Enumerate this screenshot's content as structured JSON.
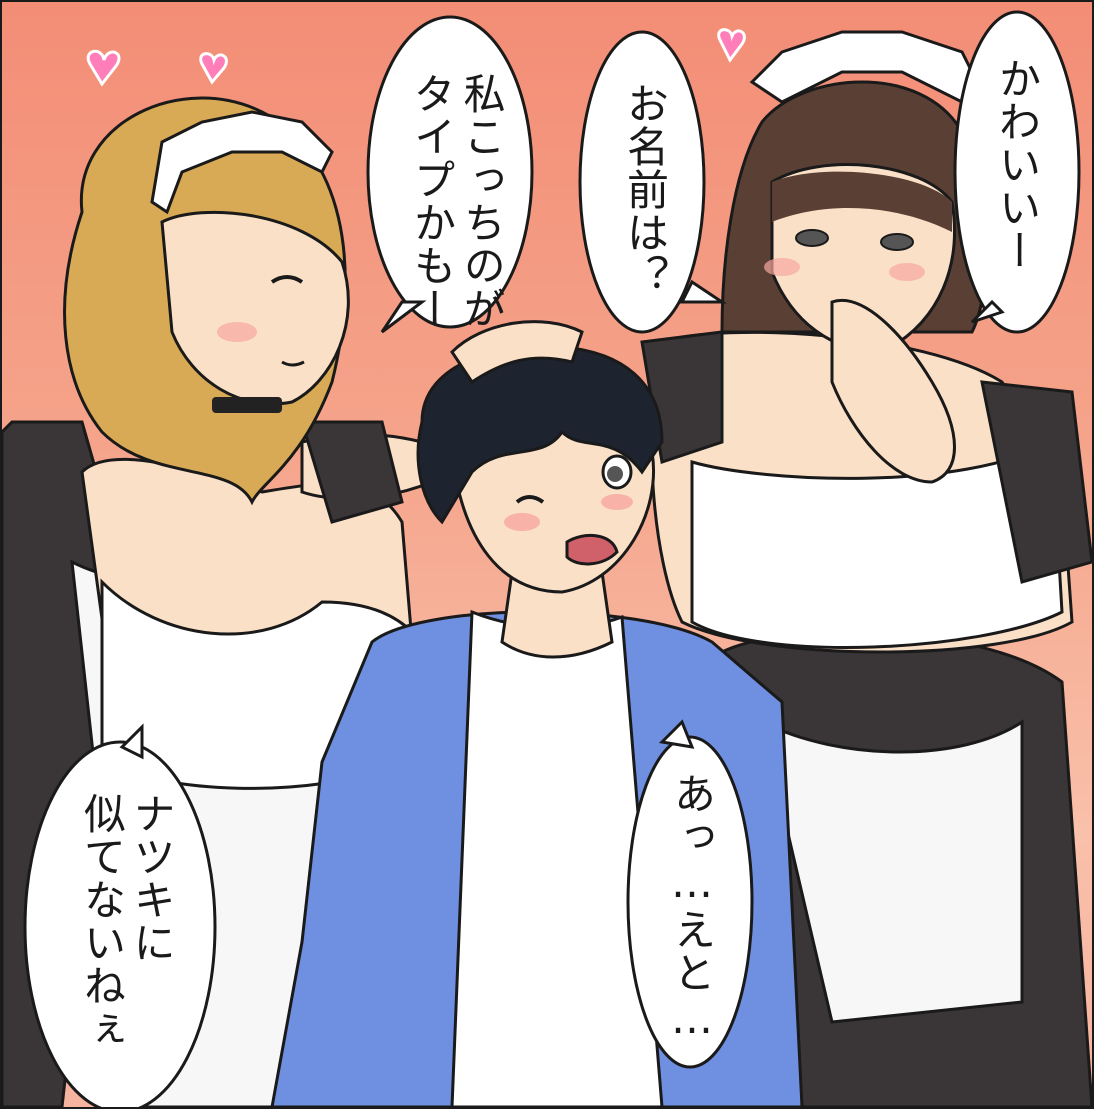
{
  "speech": {
    "left_maid": "私こっちのが\nタイプかもー",
    "middle": "お名前は？",
    "right_maid": "かわいいー",
    "bottom_left": "ナツキに\n似てないねぇ",
    "boy": "あっ…えと…"
  },
  "colors": {
    "background_top": "#f38d76",
    "background_bottom": "#f9c0aa",
    "blonde_hair": "#d8aa55",
    "brown_hair": "#5a4034",
    "boy_hair": "#1d2430",
    "cardigan": "#6f8fe0",
    "maid_dress": "#3a3638",
    "apron": "#f7f7f7",
    "skin": "#fbe0c8",
    "heart": "#ff6fb0"
  }
}
